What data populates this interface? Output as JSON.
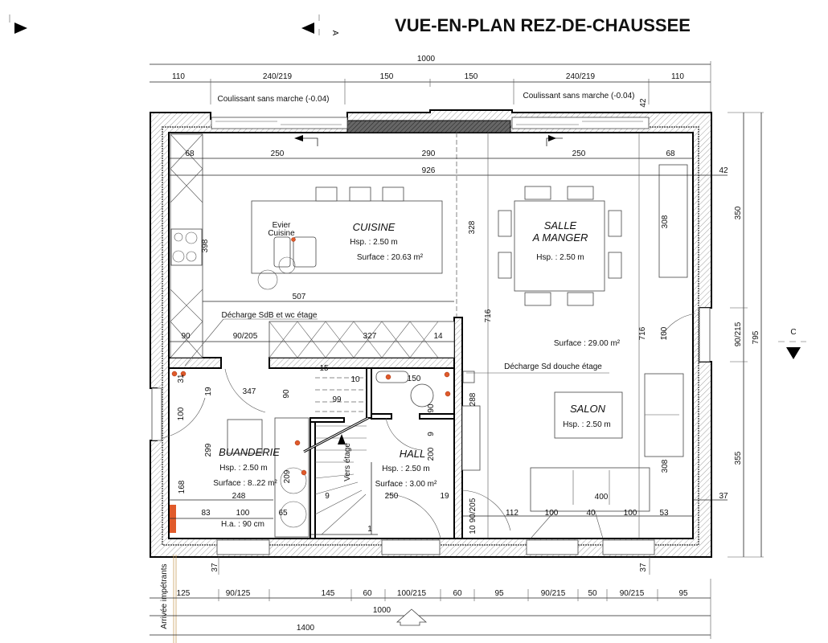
{
  "title": "VUE-EN-PLAN REZ-DE-CHAUSSEE",
  "section_markers": {
    "a": "A",
    "c": "C"
  },
  "colors": {
    "walls": "#000000",
    "pipes": "#e05a2a",
    "hatch": "#888888"
  },
  "top_dims": {
    "total": "1000",
    "segments": [
      "110",
      "240/219",
      "150",
      "150",
      "240/219",
      "110"
    ],
    "window_notes": [
      "Coulissant sans marche (-0.04)",
      "Coulissant sans marche (-0.04)"
    ],
    "offset": "42"
  },
  "interior_dims": {
    "row1": [
      "68",
      "250",
      "290",
      "250",
      "68"
    ],
    "row2": "926",
    "right_offset_top": "42",
    "kitchen_height": "398",
    "kitchen_width": "507",
    "kitchen_depth": "328",
    "row3": [
      "90",
      "90/205",
      "327",
      "14"
    ],
    "dining_308": "308",
    "door_100": "100",
    "h716_a": "716",
    "h716_b": "716",
    "salon_308": "308",
    "sofa_400": "400",
    "salon_row": [
      "112",
      "100",
      "40",
      "100",
      "53"
    ],
    "right_offset_bottom": "37"
  },
  "right_dims": {
    "top": "350",
    "window": "90/215",
    "bottom": "355",
    "total": "795"
  },
  "rooms": {
    "cuisine": {
      "name": "CUISINE",
      "hsp": "Hsp. :  2.50 m",
      "surface": "Surface : 20.63 m²",
      "sink": [
        "Evier",
        "Cuisine"
      ]
    },
    "salle": {
      "name1": "SALLE",
      "name2": "A MANGER",
      "hsp": "Hsp. :  2.50 m",
      "surface": "Surface : 29.00 m²"
    },
    "salon": {
      "name": "SALON",
      "hsp": "Hsp. :  2.50 m"
    },
    "buanderie": {
      "name": "BUANDERIE",
      "hsp": "Hsp. :  2.50 m",
      "surface": "Surface : 8..22 m²",
      "ha": "H.a. : 90 cm"
    },
    "hall": {
      "name": "HALL",
      "hsp": "Hsp. :  2.50 m",
      "surface": "Surface : 3.00 m²"
    }
  },
  "notes": {
    "decharge_sdb": "Décharge SdB et wc étage",
    "decharge_douche": "Décharge Sd douche étage",
    "vers_etage": "Vers étage",
    "arrivee": "Arrivée impétrants"
  },
  "lower_dims": {
    "buanderie": [
      "31",
      "19",
      "100",
      "347",
      "90",
      "299",
      "209",
      "248",
      "168",
      "83",
      "100",
      "65"
    ],
    "stairs": [
      "15",
      "10",
      "99",
      "9",
      "1"
    ],
    "hall": [
      "150",
      "90",
      "9",
      "200",
      "250",
      "19",
      "288",
      "90/205",
      "10"
    ]
  },
  "bottom_dims": {
    "offsets": [
      "37",
      "37"
    ],
    "segments": [
      "125",
      "90/125",
      "145",
      "60",
      "100/215",
      "60",
      "95",
      "90/215",
      "50",
      "90/215",
      "95"
    ],
    "total": "1000",
    "overall": "1400"
  }
}
